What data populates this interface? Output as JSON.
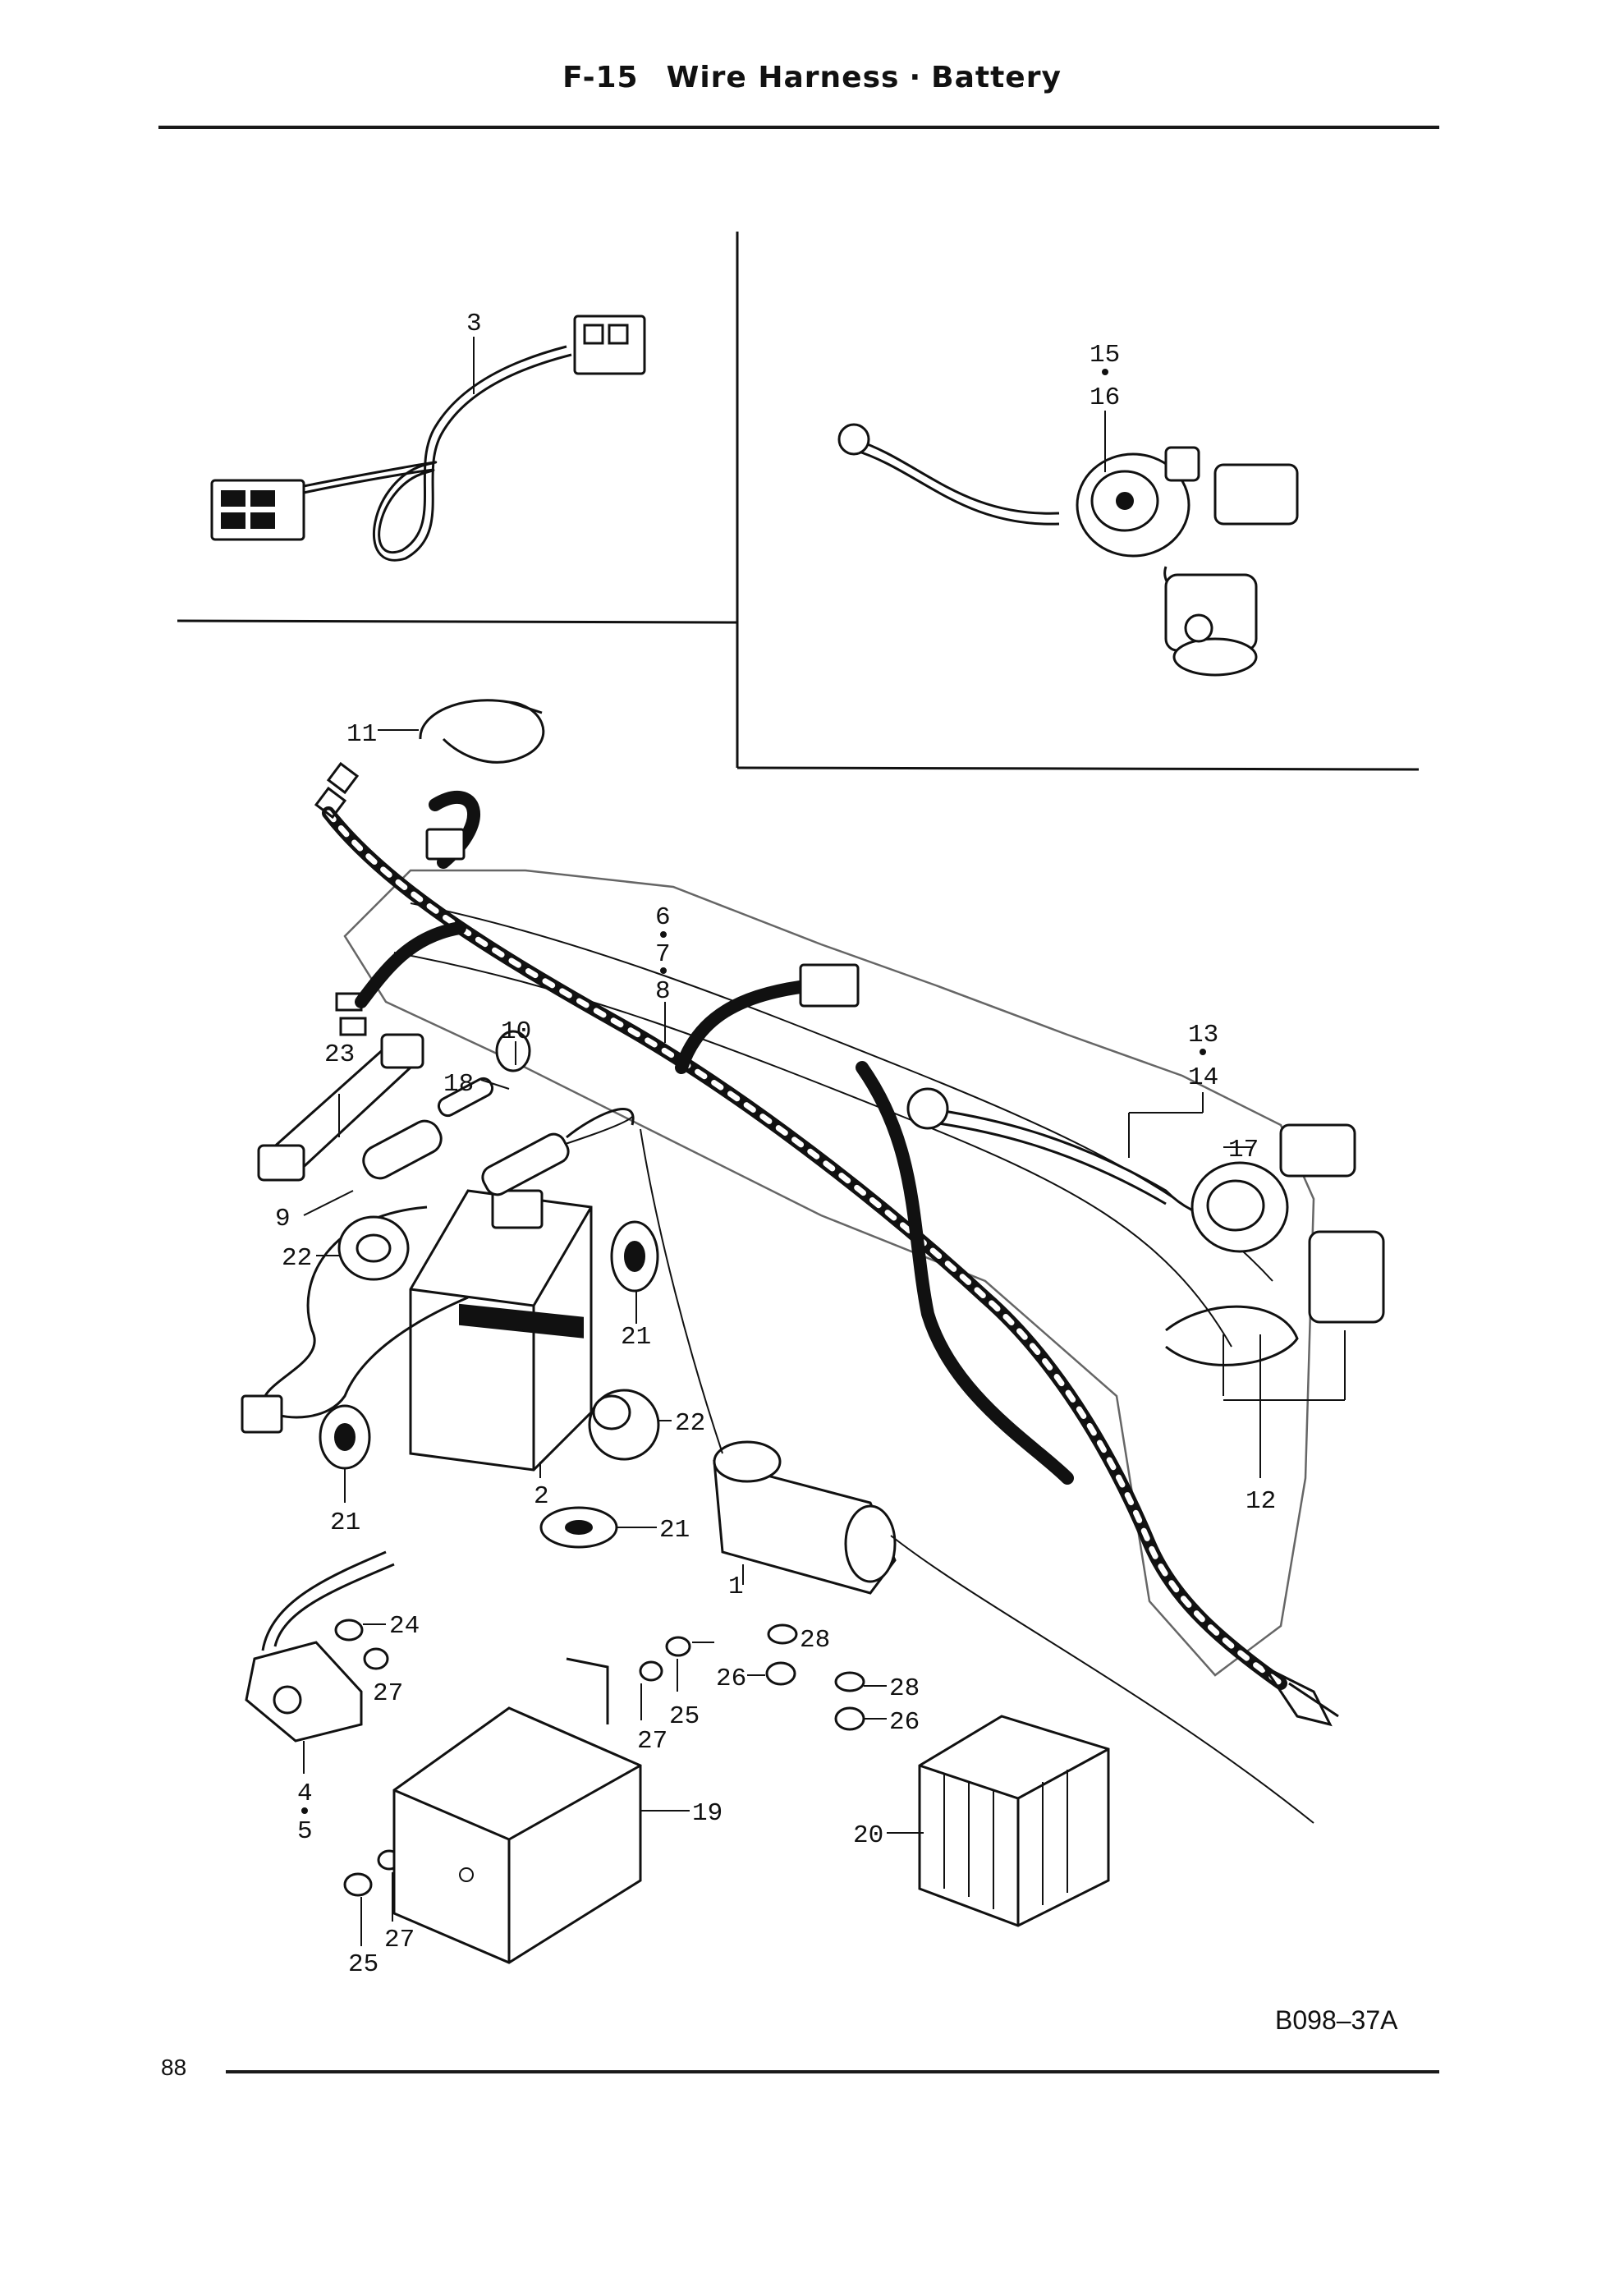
{
  "header": {
    "code": "F-15",
    "title": "Wire Harness",
    "separator": "·",
    "subtitle": "Battery"
  },
  "callouts": [
    {
      "id": "c3",
      "text": "3"
    },
    {
      "id": "c15",
      "text": "15"
    },
    {
      "id": "c16",
      "text": "16"
    },
    {
      "id": "c11",
      "text": "11"
    },
    {
      "id": "c6",
      "text": "6"
    },
    {
      "id": "c7",
      "text": "7"
    },
    {
      "id": "c8",
      "text": "8"
    },
    {
      "id": "c13",
      "text": "13"
    },
    {
      "id": "c14",
      "text": "14"
    },
    {
      "id": "c17",
      "text": "17"
    },
    {
      "id": "c23",
      "text": "23"
    },
    {
      "id": "c10",
      "text": "10"
    },
    {
      "id": "c18",
      "text": "18"
    },
    {
      "id": "c9",
      "text": "9"
    },
    {
      "id": "c22a",
      "text": "22"
    },
    {
      "id": "c21a",
      "text": "21"
    },
    {
      "id": "c22b",
      "text": "22"
    },
    {
      "id": "c21b",
      "text": "21"
    },
    {
      "id": "c2",
      "text": "2"
    },
    {
      "id": "c21c",
      "text": "21"
    },
    {
      "id": "c12",
      "text": "12"
    },
    {
      "id": "c1",
      "text": "1"
    },
    {
      "id": "c24",
      "text": "24"
    },
    {
      "id": "c27a",
      "text": "27"
    },
    {
      "id": "c28a",
      "text": "28"
    },
    {
      "id": "c26a",
      "text": "26"
    },
    {
      "id": "c25a",
      "text": "25"
    },
    {
      "id": "c27b",
      "text": "27"
    },
    {
      "id": "c28b",
      "text": "28"
    },
    {
      "id": "c26b",
      "text": "26"
    },
    {
      "id": "c4",
      "text": "4"
    },
    {
      "id": "c5",
      "text": "5"
    },
    {
      "id": "c19",
      "text": "19"
    },
    {
      "id": "c20",
      "text": "20"
    },
    {
      "id": "c25b",
      "text": "25"
    },
    {
      "id": "c27c",
      "text": "27"
    }
  ],
  "footer": {
    "drawing_code": "B098–37A",
    "page_number": "88"
  }
}
